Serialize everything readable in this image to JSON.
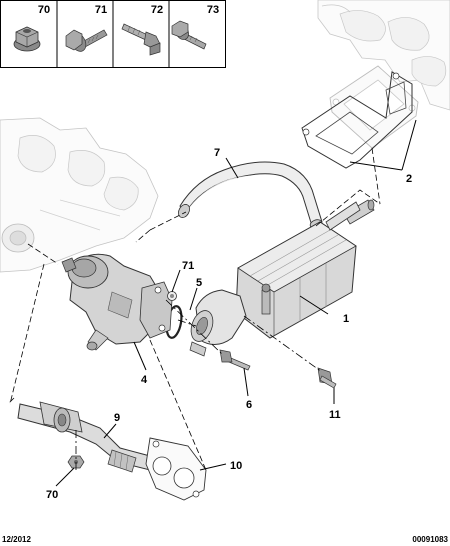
{
  "legend": {
    "items": [
      {
        "number": "70",
        "icon": "flanged-nut-icon"
      },
      {
        "number": "71",
        "icon": "flanged-bolt-icon"
      },
      {
        "number": "72",
        "icon": "stud-bolt-icon"
      },
      {
        "number": "73",
        "icon": "hex-bolt-icon"
      }
    ]
  },
  "callouts": {
    "c1": "1",
    "c2": "2",
    "c4": "4",
    "c5": "5",
    "c6": "6",
    "c7": "7",
    "c9": "9",
    "c10": "10",
    "c11": "11",
    "c70": "70",
    "c71": "71"
  },
  "footer": {
    "date": "12/2012",
    "reference": "00091083"
  }
}
